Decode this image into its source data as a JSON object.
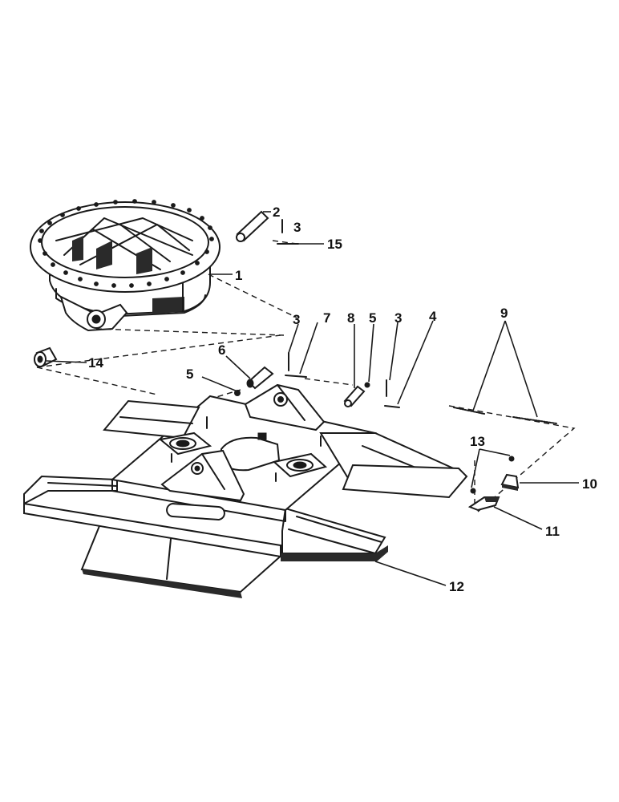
{
  "callouts": {
    "c1": "1",
    "c2": "2",
    "c3a": "3",
    "c3b": "3",
    "c3c": "3",
    "c4": "4",
    "c5a": "5",
    "c5b": "5",
    "c6": "6",
    "c7": "7",
    "c8": "8",
    "c9": "9",
    "c10": "10",
    "c11": "11",
    "c12": "12",
    "c13": "13",
    "c14": "14",
    "c15": "15"
  },
  "colors": {
    "ink": "#1a1a1a",
    "paper": "#ffffff"
  }
}
